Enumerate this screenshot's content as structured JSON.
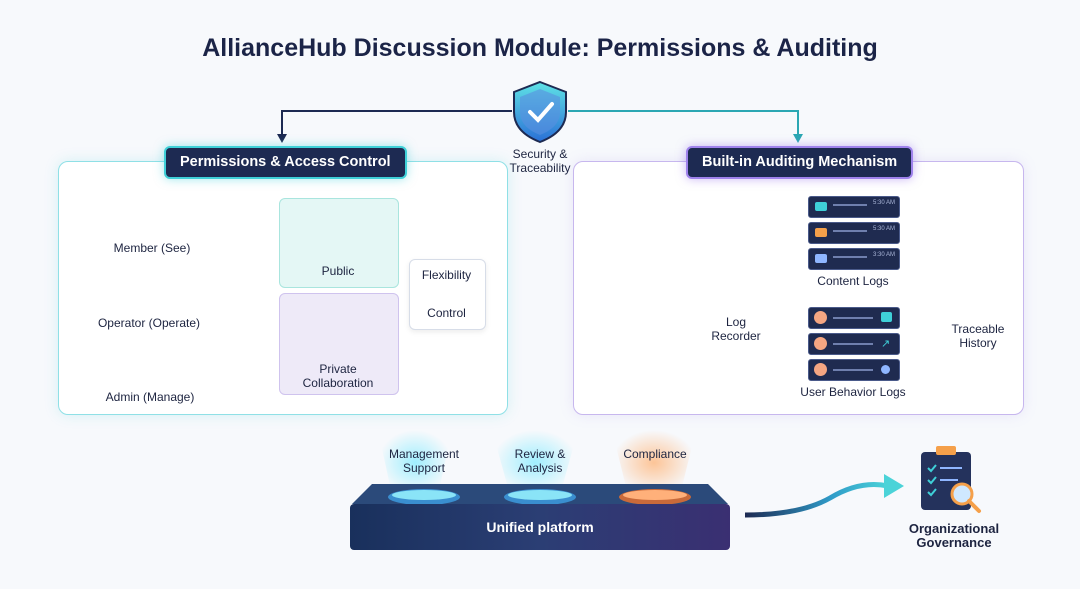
{
  "title": "AllianceHub Discussion Module: Permissions & Auditing",
  "center": {
    "label": "Security & Traceability",
    "icon": "shield-check-icon"
  },
  "left_panel": {
    "header": "Permissions & Access Control",
    "roles": [
      {
        "label": "Member (See)",
        "icon": "eye-icon"
      },
      {
        "label": "Operator (Operate)",
        "icon": "hand-icon"
      },
      {
        "label": "Admin (Manage)",
        "icon": "gear-icon"
      }
    ],
    "public_label": "Public",
    "private_label": "Private Collaboration",
    "flex_label": "Flexibility",
    "control_label": "Control"
  },
  "right_panel": {
    "header": "Built-in Auditing Mechanism",
    "log_recorder": "Log Recorder",
    "content_logs": "Content Logs",
    "user_logs": "User Behavior Logs",
    "history": "Traceable History",
    "times": [
      "5:30 AM",
      "5:30 AM",
      "3:30 AM"
    ]
  },
  "bottom": {
    "spots": [
      "Management Support",
      "Review & Analysis",
      "Compliance"
    ],
    "platform": "Unified platform",
    "governance": "Organizational Governance"
  },
  "colors": {
    "teal": "#3fd0d8",
    "purple": "#9f82ec",
    "navy": "#1d2a52",
    "orange": "#f5a04a"
  }
}
